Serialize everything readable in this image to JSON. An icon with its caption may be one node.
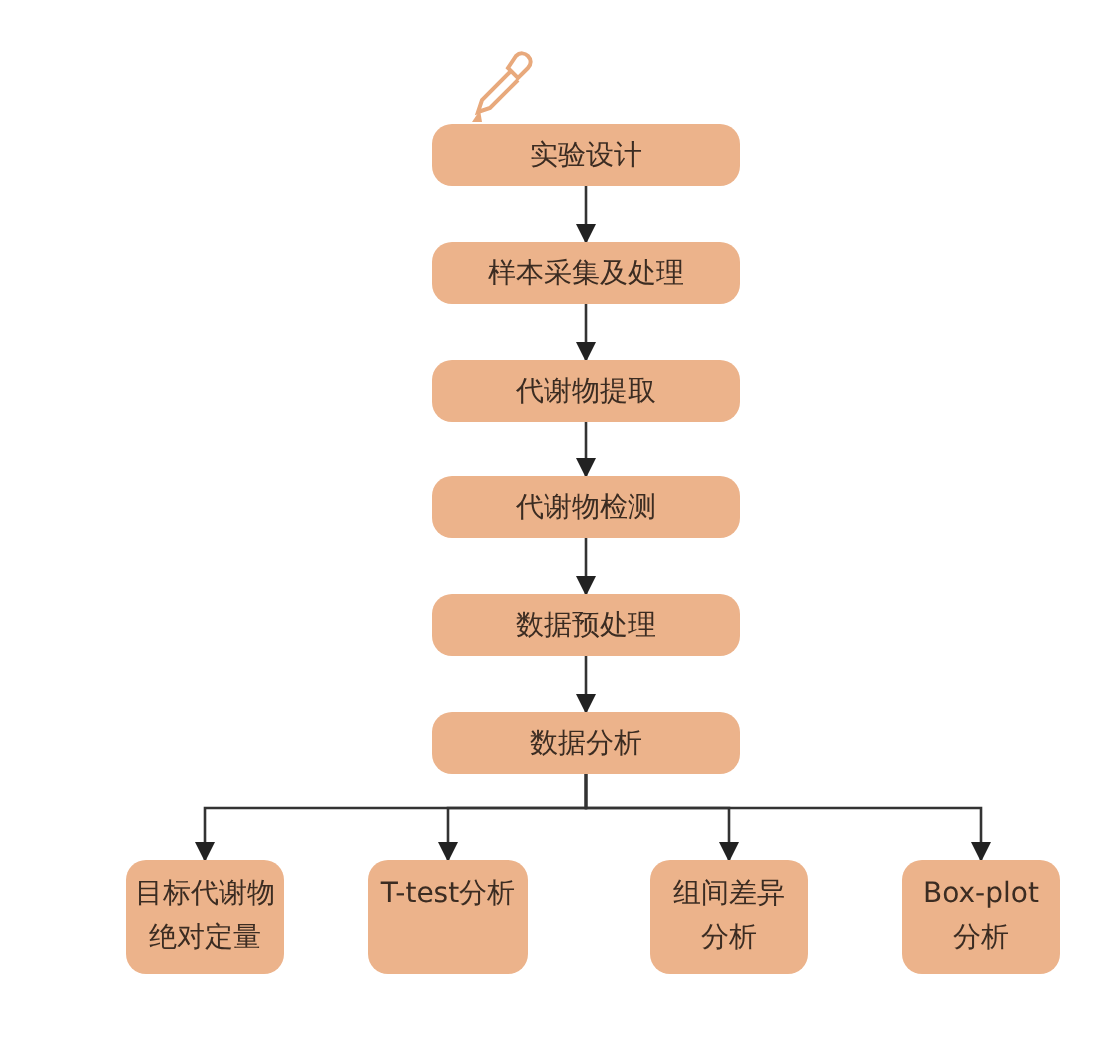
{
  "diagram": {
    "nodes": [
      {
        "text": [
          "实验设计"
        ]
      },
      {
        "text": [
          "样本采集及处理"
        ]
      },
      {
        "text": [
          "代谢物提取"
        ]
      },
      {
        "text": [
          "代谢物检测"
        ]
      },
      {
        "text": [
          "数据预处理"
        ]
      },
      {
        "text": [
          "数据分析"
        ]
      },
      {
        "text": [
          "目标代谢物绝对定量"
        ]
      },
      {
        "text": [
          "T-test分析"
        ]
      },
      {
        "text": [
          "组间差异分析"
        ]
      },
      {
        "text": [
          "Box-plot 分析"
        ]
      }
    ],
    "edges": [
      {
        "from": 0,
        "to": 1,
        "arrow": "to"
      },
      {
        "from": 1,
        "to": 2,
        "arrow": "to"
      },
      {
        "from": 2,
        "to": 3,
        "arrow": "to"
      },
      {
        "from": 3,
        "to": 4,
        "arrow": "to"
      },
      {
        "from": 4,
        "to": 5,
        "arrow": "to"
      },
      {
        "from": 5,
        "to": 6,
        "arrow": "to"
      },
      {
        "from": 5,
        "to": 7,
        "arrow": "to"
      },
      {
        "from": 5,
        "to": 8,
        "arrow": "to"
      },
      {
        "from": 5,
        "to": 9,
        "arrow": "to"
      }
    ]
  }
}
